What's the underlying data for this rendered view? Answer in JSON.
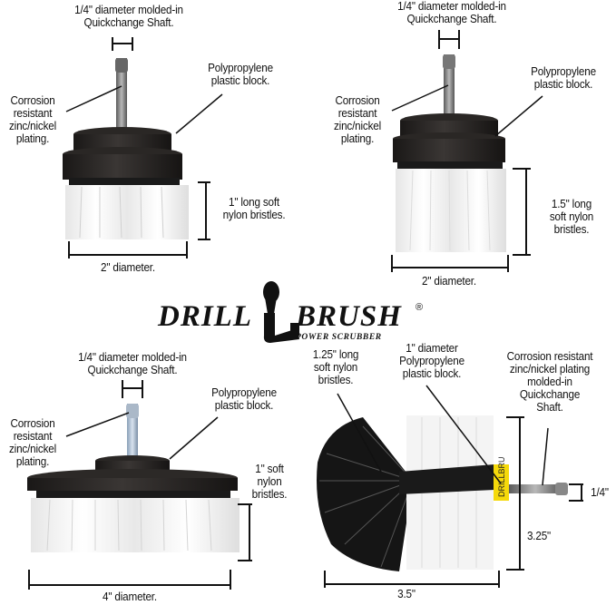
{
  "logo": {
    "brand_left": "DRILL",
    "brand_right": "BRUSH",
    "registered": "®",
    "tagline": "POWER SCRUBBER"
  },
  "brushes": [
    {
      "position": "top-left",
      "shaft_label": "1/4\" diameter molded-in\nQuickchange Shaft.",
      "block_label": "Polypropylene\nplastic block.",
      "plating_label": "Corrosion\nresistant\nzinc/nickel\nplating.",
      "bristle_label": "1\" long soft\nnylon bristles.",
      "diameter_label": "2\" diameter."
    },
    {
      "position": "top-right",
      "shaft_label": "1/4\" diameter molded-in\nQuickchange Shaft.",
      "block_label": "Polypropylene\nplastic block.",
      "plating_label": "Corrosion\nresistant\nzinc/nickel\nplating.",
      "bristle_label": "1.5\" long\nsoft nylon\nbristles.",
      "diameter_label": "2\" diameter."
    },
    {
      "position": "bottom-left",
      "shaft_label": "1/4\" diameter molded-in\nQuickchange Shaft.",
      "block_label": "Polypropylene\nplastic block.",
      "plating_label": "Corrosion\nresistant\nzinc/nickel\nplating.",
      "bristle_label": "1\" soft\nnylon\nbristles.",
      "diameter_label": "4\" diameter."
    },
    {
      "position": "bottom-right",
      "bristle_label": "1.25\" long\nsoft nylon\nbristles.",
      "block_label": "1\" diameter\nPolypropylene\nplastic block.",
      "plating_label": "Corrosion resistant\nzinc/nickel plating\nmolded-in\nQuickchange\nShaft.",
      "shaft_width_label": "1/4\"",
      "height_label": "3.25\"",
      "width_label": "3.5\"",
      "collar_text": "DRILLBRU"
    }
  ],
  "colors": {
    "block": "#2a2725",
    "bristle_white": "#f2f2f2",
    "collar_yellow": "#f5d90a",
    "shaft": "#8a8a8a"
  }
}
